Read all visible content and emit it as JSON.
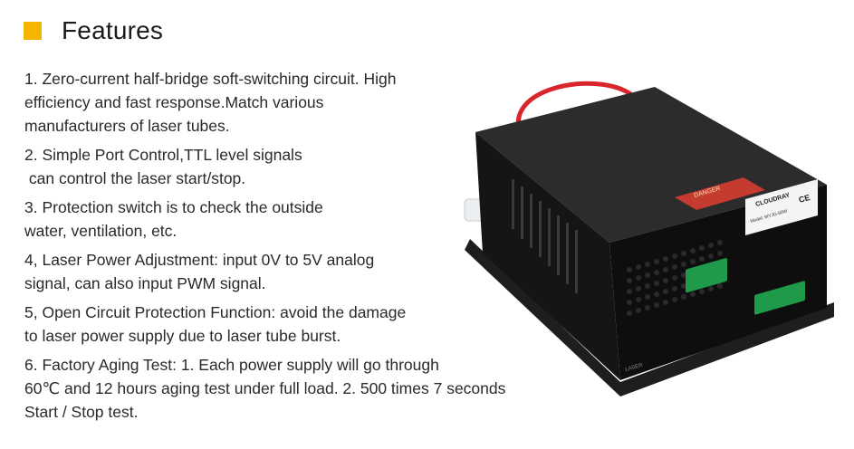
{
  "header": {
    "title": "Features",
    "accent_color": "#f5b400"
  },
  "features": [
    {
      "lines": [
        "1. Zero-current half-bridge soft-switching circuit. High",
        "efficiency and fast response.Match various",
        "manufacturers of laser tubes."
      ]
    },
    {
      "lines": [
        "2. Simple Port Control,TTL level signals",
        " can control the laser start/stop."
      ]
    },
    {
      "lines": [
        "3. Protection switch is to check the outside",
        "water, ventilation, etc."
      ]
    },
    {
      "lines": [
        "4, Laser Power Adjustment: input 0V to 5V analog",
        "signal, can also input PWM signal."
      ]
    },
    {
      "lines": [
        "5, Open Circuit Protection Function: avoid the damage",
        "to laser power supply due to laser tube burst."
      ]
    },
    {
      "lines": [
        "6. Factory Aging Test: 1. Each power supply will go through",
        "60℃ and 12 hours aging test under full load. 2. 500 times 7 seconds",
        "Start / Stop test."
      ]
    }
  ],
  "product": {
    "brand": "CLOUDRAY",
    "cert": "CE",
    "warning": "DANGER",
    "label_text": "Model: MYJG-80W",
    "led_label": "LASER"
  }
}
